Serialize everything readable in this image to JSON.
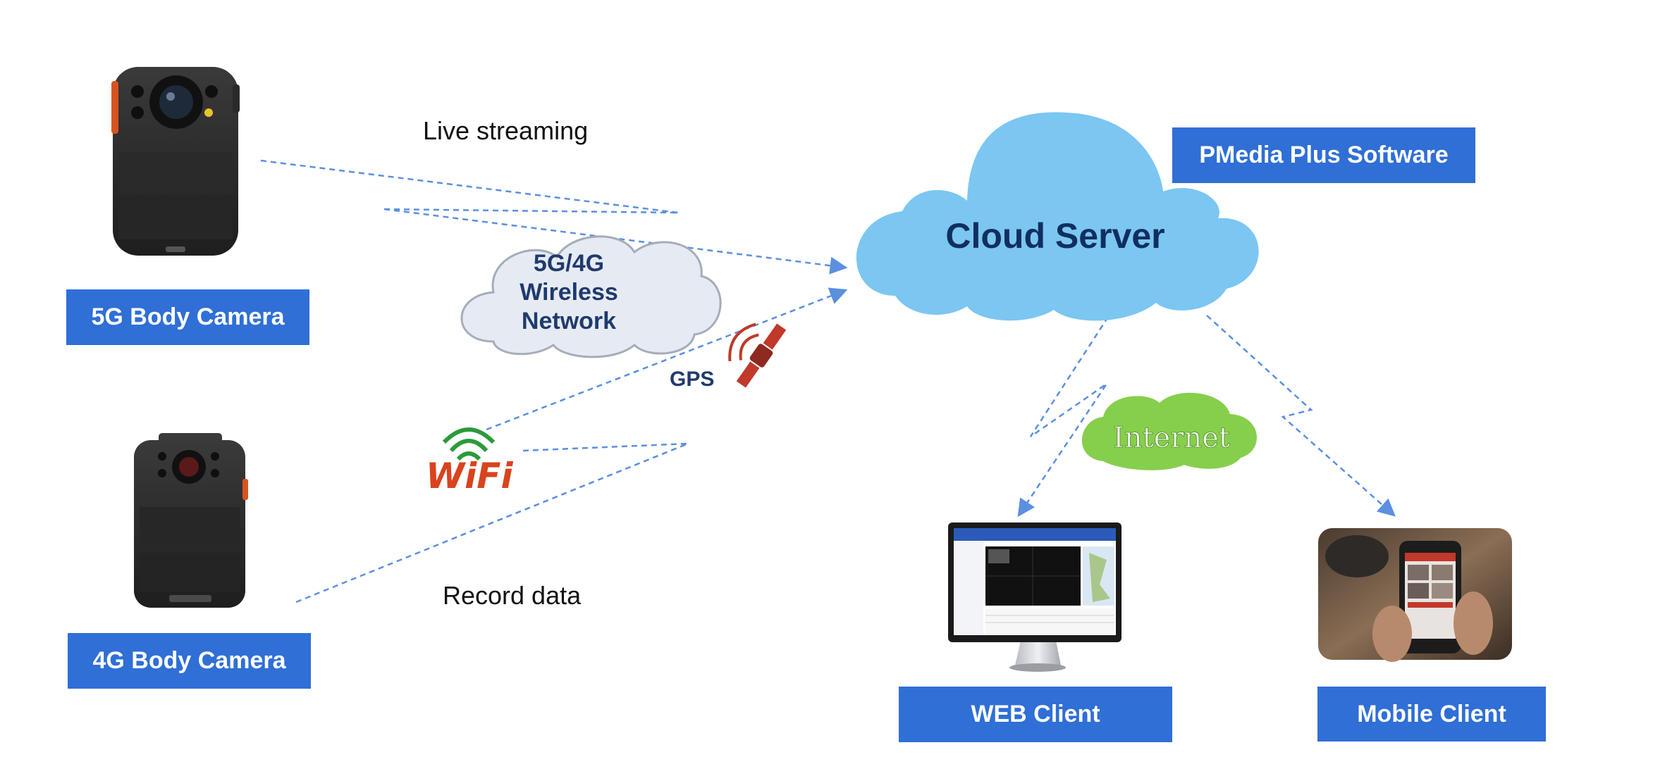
{
  "diagram": {
    "devices": {
      "camera_5g_label": "5G Body Camera",
      "camera_4g_label": "4G Body Camera"
    },
    "flows": {
      "live_streaming": "Live streaming",
      "record_data": "Record data"
    },
    "network": {
      "wireless_lines": [
        "5G/4G",
        "Wireless",
        "Network"
      ],
      "gps_label": "GPS",
      "wifi_label": "WiFi",
      "internet_label": "Internet"
    },
    "server": {
      "cloud_label": "Cloud Server",
      "software_label": "PMedia Plus Software"
    },
    "clients": {
      "web_label": "WEB Client",
      "mobile_label": "Mobile Client"
    },
    "colors": {
      "label_box": "#2f6fd6",
      "cloud": "#7cc6f2",
      "cloud_text": "#0f2f5f",
      "wireless_cloud": "#e6ebf3",
      "internet_cloud": "#86cf4d",
      "arrow": "#5b8fe0",
      "wifi_green": "#2c9a3a",
      "wifi_red": "#d9431e",
      "satellite": "#c0392b"
    },
    "icons": [
      "body-camera-icon",
      "satellite-icon",
      "wifi-icon",
      "monitor-icon",
      "smartphone-icon"
    ]
  }
}
